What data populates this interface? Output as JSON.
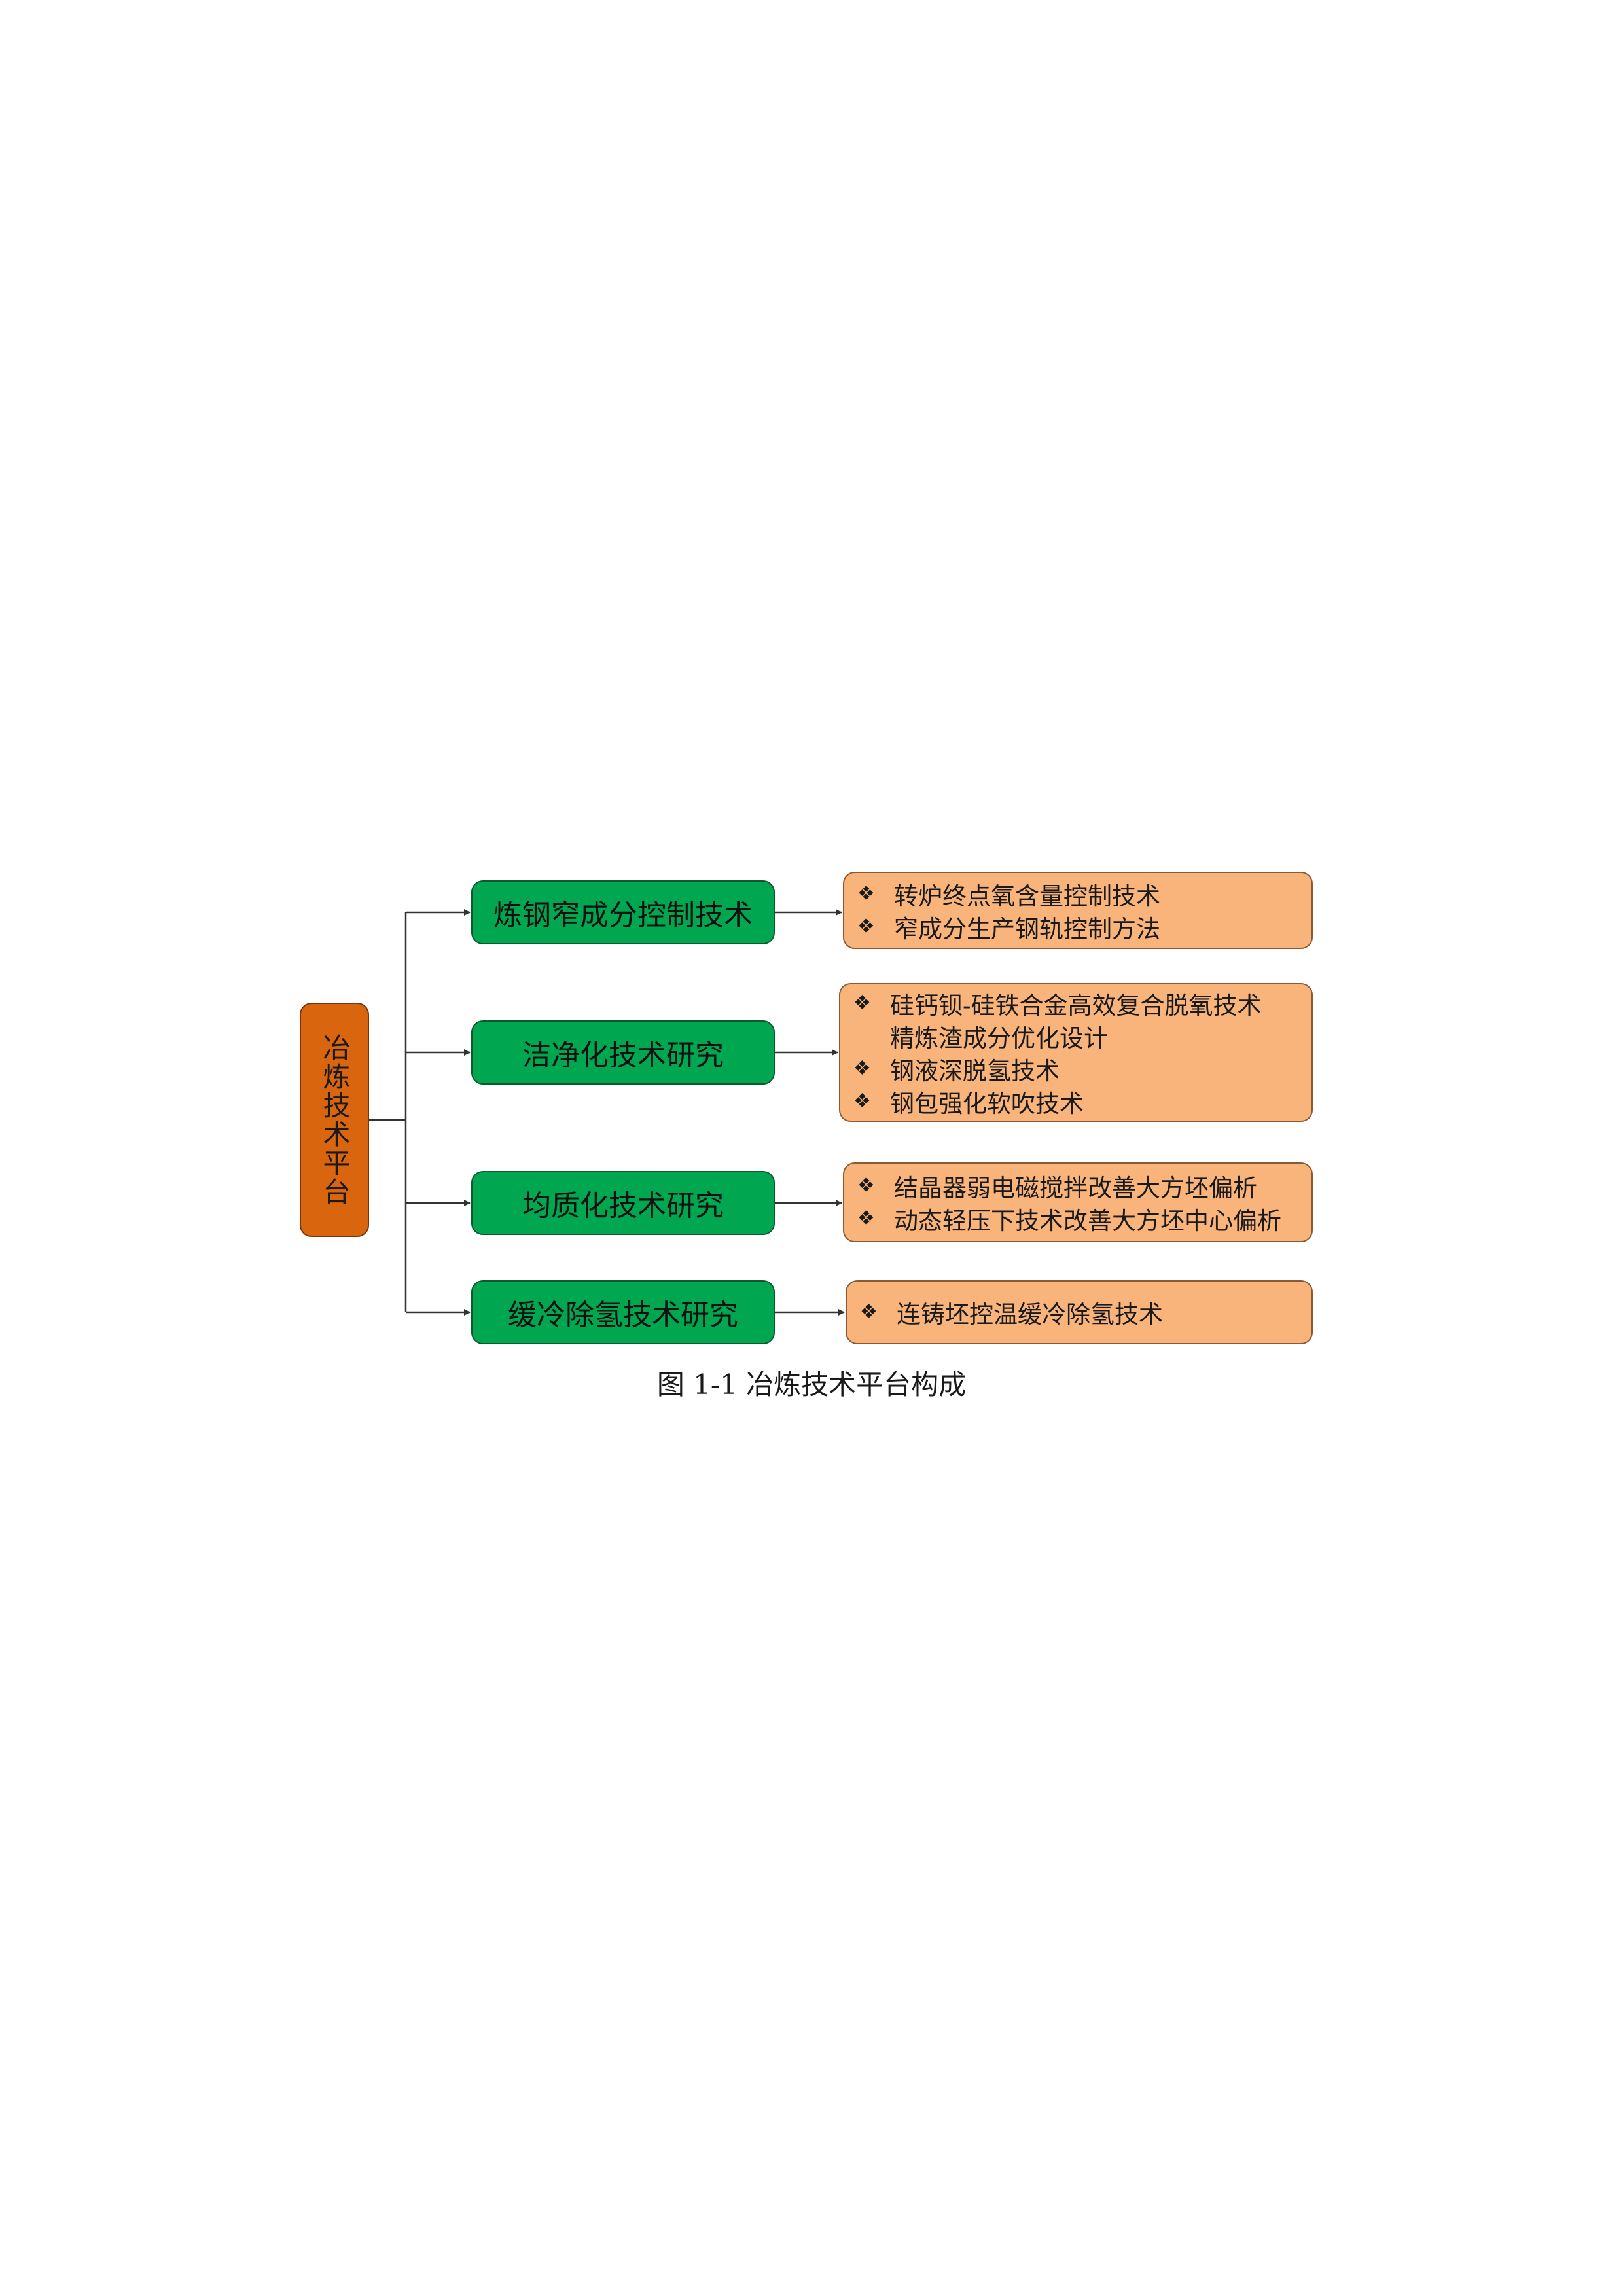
{
  "diagram": {
    "root": {
      "label": "冶炼技术平台"
    },
    "branches": [
      {
        "label": "炼钢窄成分控制技术",
        "items": [
          {
            "bullet": true,
            "text": "转炉终点氧含量控制技术"
          },
          {
            "bullet": true,
            "text": "窄成分生产钢轨控制方法"
          }
        ]
      },
      {
        "label": "洁净化技术研究",
        "items": [
          {
            "bullet": true,
            "text": "硅钙钡-硅铁合金高效复合脱氧技术"
          },
          {
            "bullet": false,
            "text": "精炼渣成分优化设计"
          },
          {
            "bullet": true,
            "text": "钢液深脱氢技术"
          },
          {
            "bullet": true,
            "text": "钢包强化软吹技术"
          }
        ]
      },
      {
        "label": "均质化技术研究",
        "items": [
          {
            "bullet": true,
            "text": "结晶器弱电磁搅拌改善大方坯偏析"
          },
          {
            "bullet": true,
            "text": "动态轻压下技术改善大方坯中心偏析"
          }
        ]
      },
      {
        "label": "缓冷除氢技术研究",
        "items": [
          {
            "bullet": true,
            "text": "连铸坯控温缓冷除氢技术"
          }
        ]
      }
    ],
    "bullet_symbol": "❖",
    "colors": {
      "root_fill": "#d9650f",
      "branch_fill": "#00a650",
      "leaf_fill": "#f9b47c",
      "connector": "#333333"
    }
  },
  "caption": "图 1-1  冶炼技术平台构成"
}
